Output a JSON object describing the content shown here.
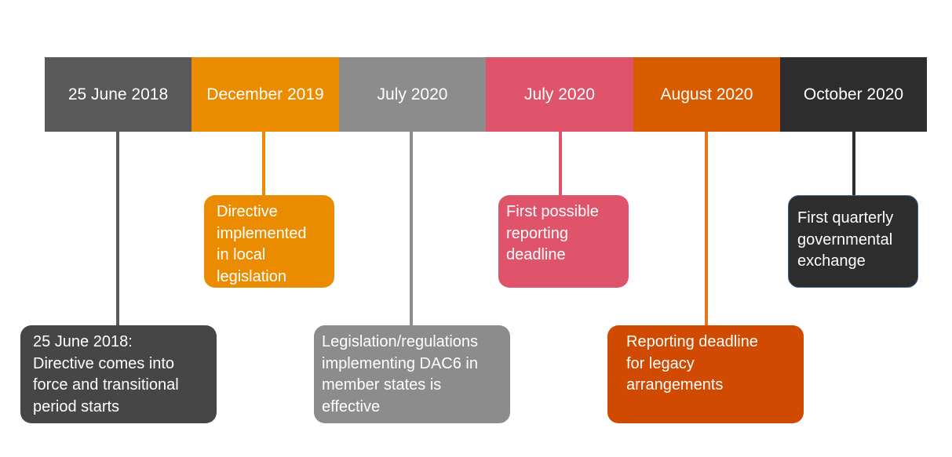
{
  "timeline": {
    "dates": [
      {
        "label": "25 June 2018",
        "color": "#595959"
      },
      {
        "label": "December 2019",
        "color": "#EB8C00"
      },
      {
        "label": "July 2020",
        "color": "#8C8C8C"
      },
      {
        "label": "July 2020",
        "color": "#E0546B"
      },
      {
        "label": "August 2020",
        "color": "#D95B00"
      },
      {
        "label": "October 2020",
        "color": "#2D2D2D"
      }
    ],
    "events": [
      {
        "lines": [
          "25 June 2018:",
          "Directive comes into",
          "force and transitional",
          "period starts"
        ],
        "color": "#464646",
        "line_color": "#595959"
      },
      {
        "lines": [
          "Directive",
          "implemented",
          "in local",
          "legislation"
        ],
        "color": "#EB8C00",
        "line_color": "#EB8C00"
      },
      {
        "lines": [
          "Legislation/regulations",
          "implementing DAC6 in",
          "member states is",
          "effective"
        ],
        "color": "#8C8C8C",
        "line_color": "#8C8C8C"
      },
      {
        "lines": [
          "First possible",
          "reporting",
          "deadline"
        ],
        "color": "#E0546B",
        "line_color": "#E0546B"
      },
      {
        "lines": [
          "Reporting deadline",
          "for legacy",
          "arrangements"
        ],
        "color": "#D04A02",
        "line_color": "#E8751A"
      },
      {
        "lines": [
          "First quarterly",
          "governmental",
          "exchange"
        ],
        "color": "#2D2D2D",
        "line_color": "#2D2D2D"
      }
    ]
  }
}
